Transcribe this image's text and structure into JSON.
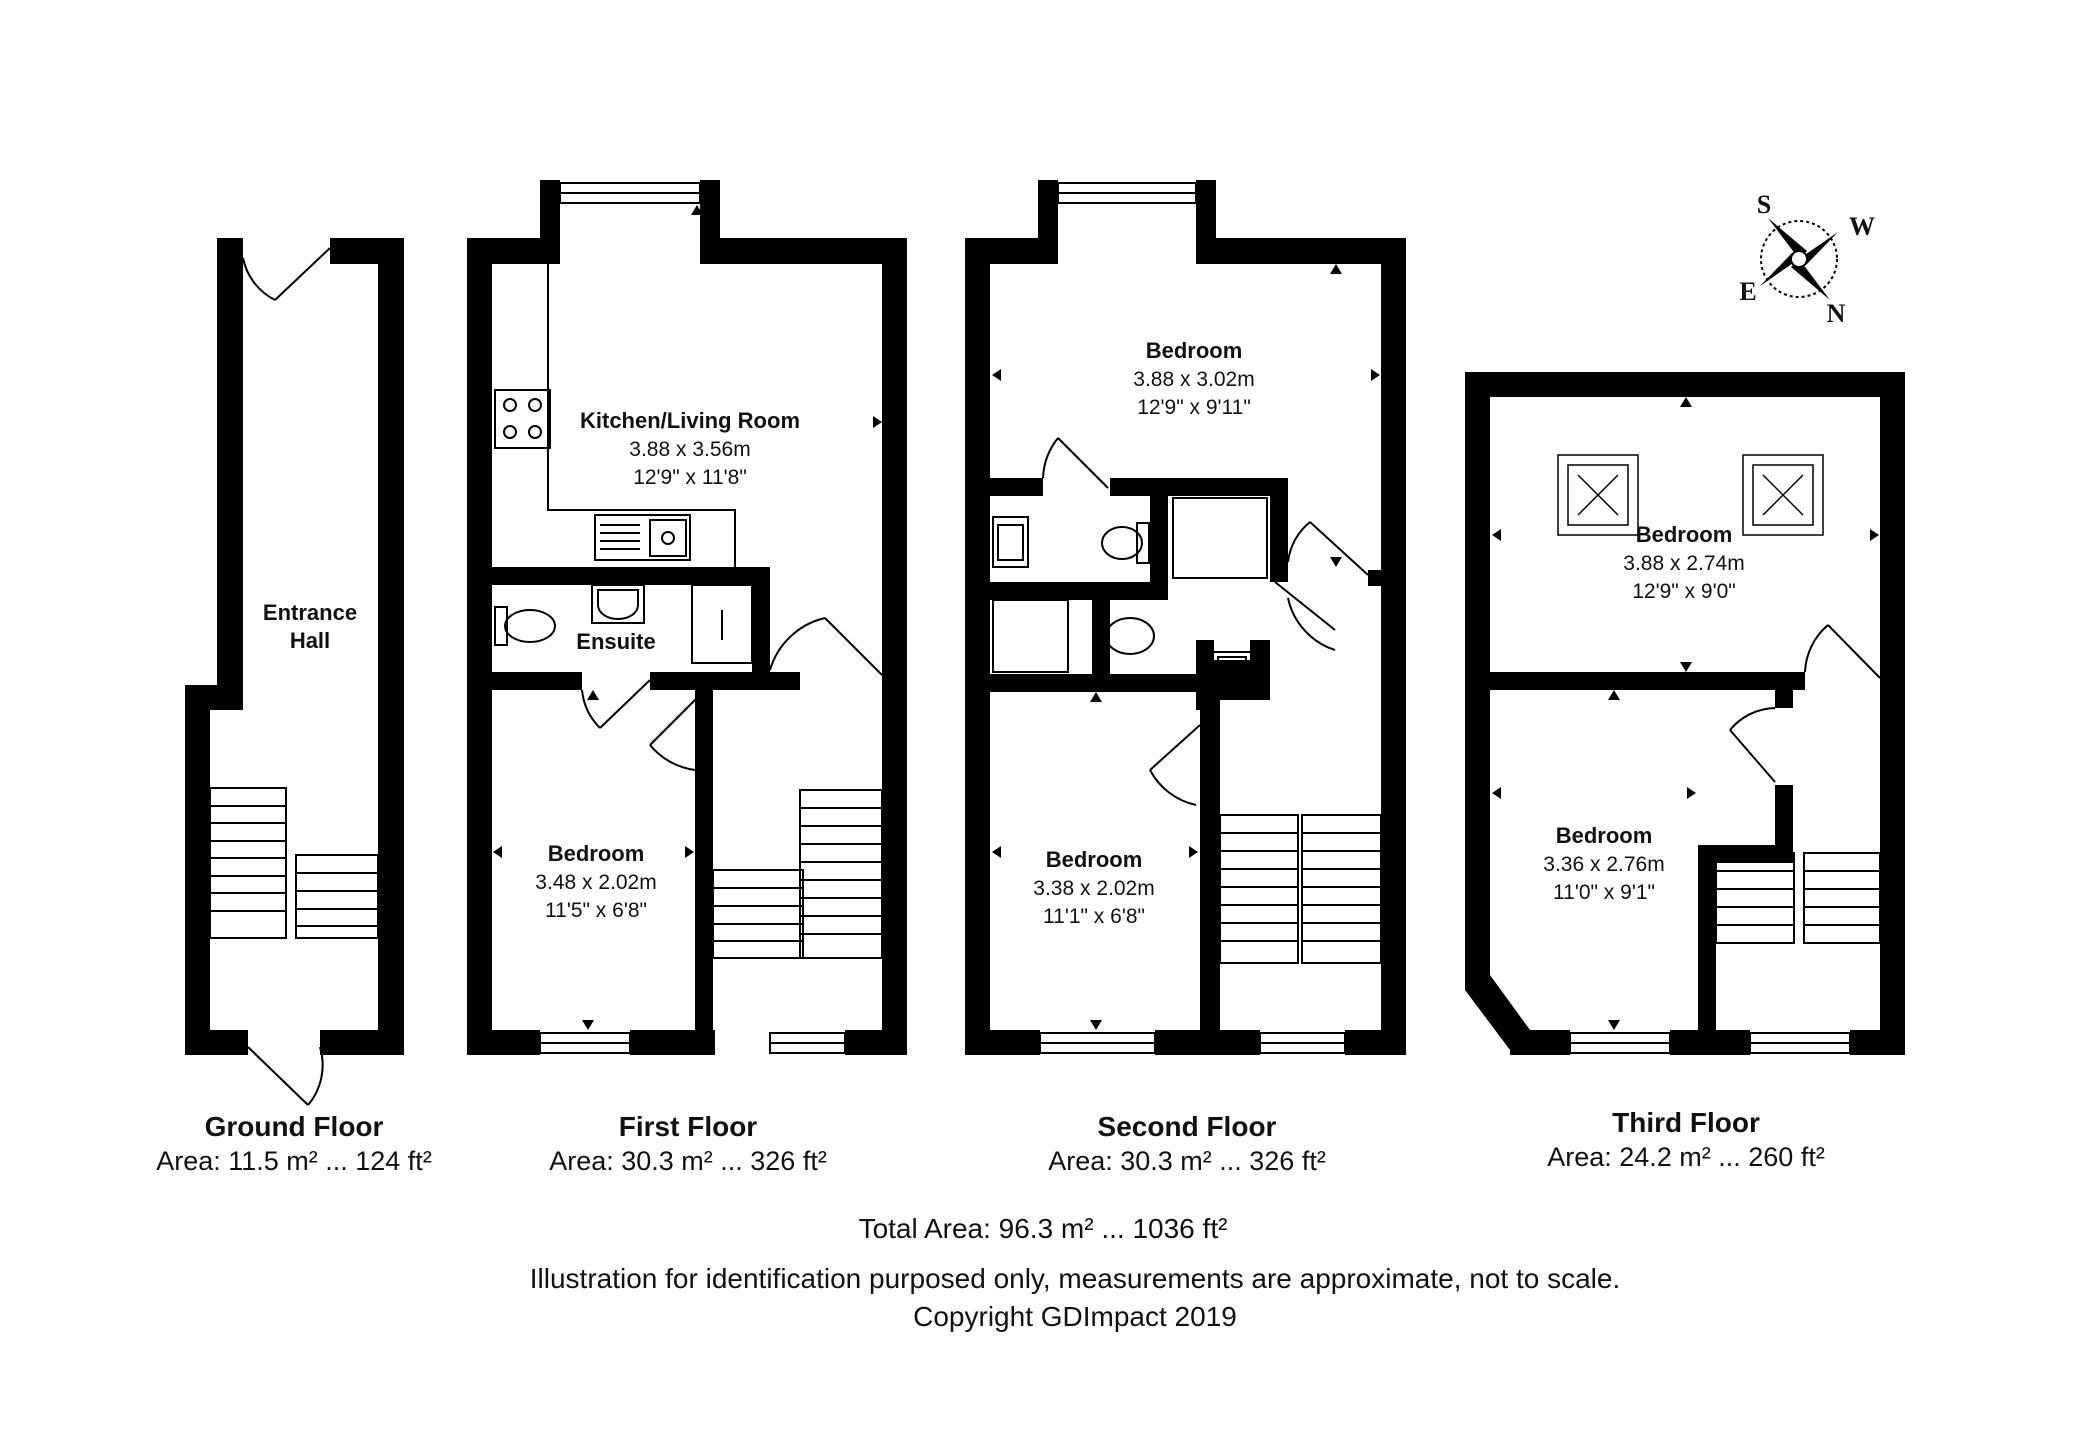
{
  "floors": {
    "ground": {
      "title": "Ground Floor",
      "area": "Area: 11.5 m² ... 124 ft²",
      "rooms": {
        "entrance": {
          "name_line1": "Entrance",
          "name_line2": "Hall"
        }
      }
    },
    "first": {
      "title": "First Floor",
      "area": "Area: 30.3 m² ... 326 ft²",
      "rooms": {
        "kitchen": {
          "name": "Kitchen/Living Room",
          "metric": "3.88 x 3.56m",
          "imperial": "12'9\" x 11'8\""
        },
        "ensuite": {
          "name": "Ensuite"
        },
        "bedroom": {
          "name": "Bedroom",
          "metric": "3.48 x 2.02m",
          "imperial": "11'5\" x 6'8\""
        }
      }
    },
    "second": {
      "title": "Second Floor",
      "area": "Area: 30.3 m² ... 326 ft²",
      "rooms": {
        "bedroom_top": {
          "name": "Bedroom",
          "metric": "3.88 x 3.02m",
          "imperial": "12'9\" x 9'11\""
        },
        "bedroom_bottom": {
          "name": "Bedroom",
          "metric": "3.38 x 2.02m",
          "imperial": "11'1\" x 6'8\""
        }
      }
    },
    "third": {
      "title": "Third Floor",
      "area": "Area: 24.2 m² ... 260 ft²",
      "rooms": {
        "bedroom_top": {
          "name": "Bedroom",
          "metric": "3.88 x 2.74m",
          "imperial": "12'9\" x 9'0\""
        },
        "bedroom_bottom": {
          "name": "Bedroom",
          "metric": "3.36 x 2.76m",
          "imperial": "11'0\" x 9'1\""
        }
      }
    }
  },
  "compass": {
    "s": "S",
    "w": "W",
    "e": "E",
    "n": "N"
  },
  "footer": {
    "total_area": "Total Area: 96.3 m² ... 1036 ft²",
    "disclaimer": "Illustration for identification purposed only, measurements are approximate, not to scale.",
    "copyright": "Copyright GDImpact 2019"
  }
}
